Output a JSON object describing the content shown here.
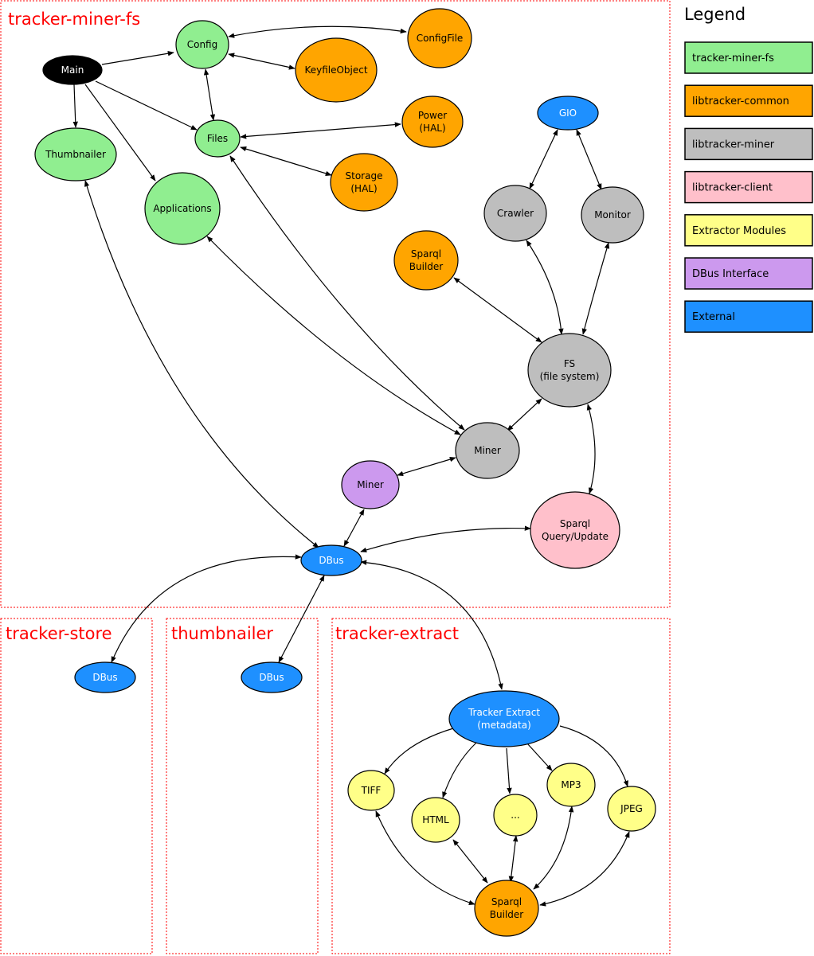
{
  "regions": {
    "miner_fs": "tracker-miner-fs",
    "store": "tracker-store",
    "thumbnailer": "thumbnailer",
    "extract": "tracker-extract"
  },
  "legend": {
    "title": "Legend",
    "items": [
      {
        "label": "tracker-miner-fs",
        "color": "#90ee90"
      },
      {
        "label": "libtracker-common",
        "color": "#ffa500"
      },
      {
        "label": "libtracker-miner",
        "color": "#bebebe"
      },
      {
        "label": "libtracker-client",
        "color": "#ffc0cb"
      },
      {
        "label": "Extractor Modules",
        "color": "#ffff88"
      },
      {
        "label": "DBus Interface",
        "color": "#cc99ee"
      },
      {
        "label": "External",
        "color": "#1e90ff"
      }
    ]
  },
  "nodes": {
    "main": {
      "lines": [
        "Main"
      ],
      "color": "#000000",
      "text_color": "#ffffff"
    },
    "config": {
      "lines": [
        "Config"
      ],
      "color": "#90ee90"
    },
    "configfile": {
      "lines": [
        "ConfigFile"
      ],
      "color": "#ffa500"
    },
    "keyfileobject": {
      "lines": [
        "KeyfileObject"
      ],
      "color": "#ffa500"
    },
    "thumbnailer": {
      "lines": [
        "Thumbnailer"
      ],
      "color": "#90ee90"
    },
    "files": {
      "lines": [
        "Files"
      ],
      "color": "#90ee90"
    },
    "power": {
      "lines": [
        "Power",
        "(HAL)"
      ],
      "color": "#ffa500"
    },
    "storage": {
      "lines": [
        "Storage",
        "(HAL)"
      ],
      "color": "#ffa500"
    },
    "applications": {
      "lines": [
        "Applications"
      ],
      "color": "#90ee90"
    },
    "gio": {
      "lines": [
        "GIO"
      ],
      "color": "#1e90ff",
      "text_color": "#ffffff"
    },
    "crawler": {
      "lines": [
        "Crawler"
      ],
      "color": "#bebebe"
    },
    "monitor": {
      "lines": [
        "Monitor"
      ],
      "color": "#bebebe"
    },
    "sparql_builder_top": {
      "lines": [
        "Sparql",
        "Builder"
      ],
      "color": "#ffa500"
    },
    "fs": {
      "lines": [
        "FS",
        "(file system)"
      ],
      "color": "#bebebe"
    },
    "miner_grey": {
      "lines": [
        "Miner"
      ],
      "color": "#bebebe"
    },
    "miner_purple": {
      "lines": [
        "Miner"
      ],
      "color": "#cc99ee"
    },
    "sparql_query": {
      "lines": [
        "Sparql",
        "Query/Update"
      ],
      "color": "#ffc0cb"
    },
    "dbus_main": {
      "lines": [
        "DBus"
      ],
      "color": "#1e90ff",
      "text_color": "#ffffff"
    },
    "dbus_store": {
      "lines": [
        "DBus"
      ],
      "color": "#1e90ff",
      "text_color": "#ffffff"
    },
    "dbus_thumb": {
      "lines": [
        "DBus"
      ],
      "color": "#1e90ff",
      "text_color": "#ffffff"
    },
    "tracker_extract": {
      "lines": [
        "Tracker Extract",
        "(metadata)"
      ],
      "color": "#1e90ff",
      "text_color": "#ffffff"
    },
    "tiff": {
      "lines": [
        "TIFF"
      ],
      "color": "#ffff88"
    },
    "html": {
      "lines": [
        "HTML"
      ],
      "color": "#ffff88"
    },
    "dots": {
      "lines": [
        "..."
      ],
      "color": "#ffff88"
    },
    "mp3": {
      "lines": [
        "MP3"
      ],
      "color": "#ffff88"
    },
    "jpeg": {
      "lines": [
        "JPEG"
      ],
      "color": "#ffff88"
    },
    "sparql_builder_bottom": {
      "lines": [
        "Sparql",
        "Builder"
      ],
      "color": "#ffa500"
    }
  }
}
